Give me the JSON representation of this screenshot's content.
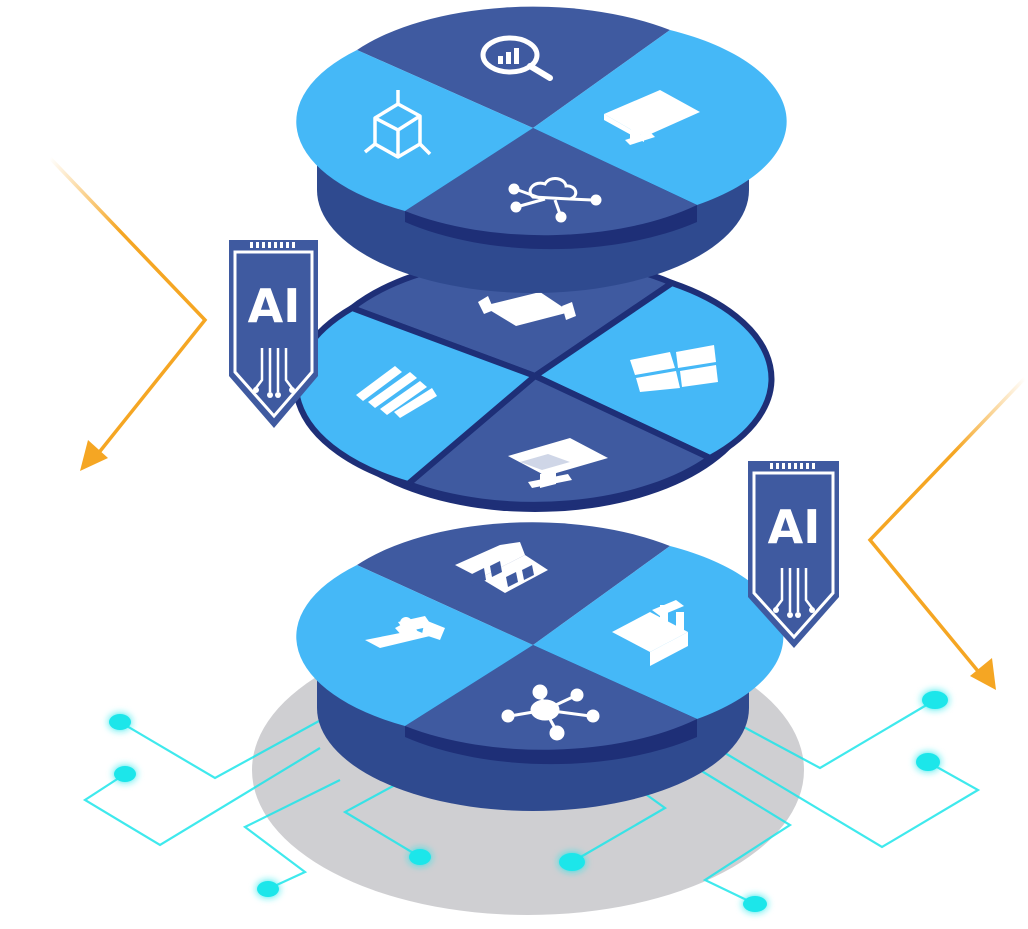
{
  "colors": {
    "disk_dark": "#3f5aa0",
    "disk_light": "#45b8f7",
    "disk_side": "#2f4a8f",
    "disk_side_dark": "#1e2f77",
    "arrow": "#f5a623",
    "circuit": "#1ee6ea",
    "shadow": "#cfcfd2",
    "white": "#ffffff"
  },
  "badges": [
    {
      "label": "AI",
      "icon": "ai-shield-badge"
    },
    {
      "label": "AI",
      "icon": "ai-shield-badge"
    }
  ],
  "tiers": {
    "top": [
      "analytics-search-icon",
      "monitor-icon",
      "cloud-network-icon",
      "cube-3d-icon"
    ],
    "middle": [
      "puzzle-icon",
      "windows-icon",
      "desktop-icon",
      "bar-chart-icon"
    ],
    "bottom": [
      "city-buildings-icon",
      "factory-icon",
      "network-hub-icon",
      "robot-arm-icon"
    ]
  }
}
